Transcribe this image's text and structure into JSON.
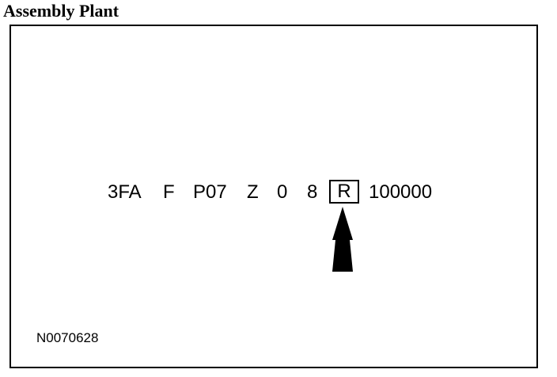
{
  "heading": "Assembly Plant",
  "vin": {
    "segments": [
      "3FA",
      "F",
      "P07",
      "Z",
      "0",
      "8",
      "R",
      "100000"
    ],
    "highlighted": "R"
  },
  "figure_id": "N0070628",
  "arrow": {
    "icon": "up-arrow-icon",
    "points_to": "R"
  }
}
